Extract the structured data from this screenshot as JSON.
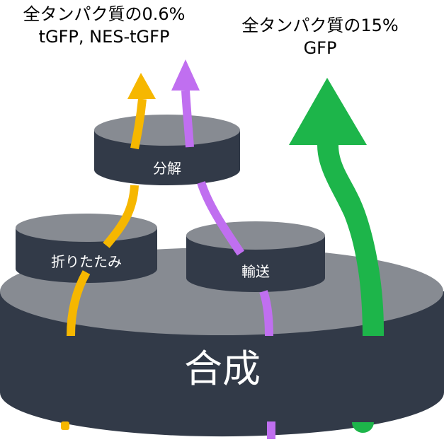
{
  "annotations": {
    "left_line1": "全タンパク質の0.6%",
    "left_line2": "tGFP, NES-tGFP",
    "right_line1": "全タンパク質の15%",
    "right_line2": "GFP"
  },
  "tiers": {
    "base": "合成",
    "folding": "折りたたみ",
    "transport": "輸送",
    "degradation": "分解"
  },
  "colors": {
    "disk_top": "#878b92",
    "disk_side": "#323a48",
    "arrow_tgfp": "#f6b700",
    "arrow_nes_tgfp": "#c06ff0",
    "arrow_gfp": "#1db54a"
  }
}
